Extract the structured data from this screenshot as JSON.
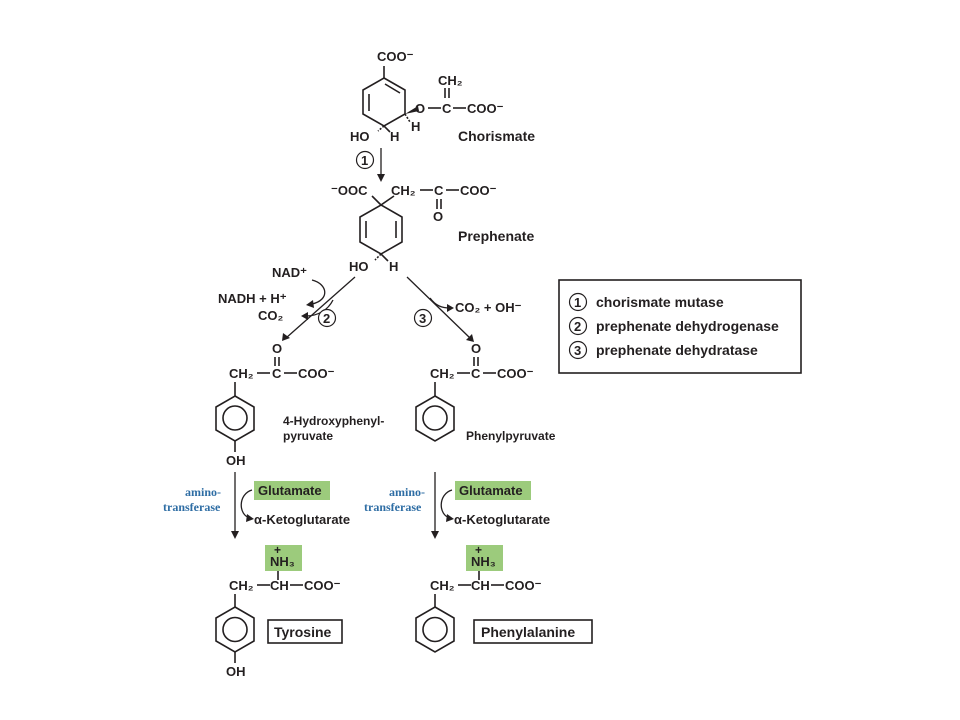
{
  "chorismate": {
    "coo_top": "COO⁻",
    "ch2": "CH₂",
    "o_link": "O",
    "c_link": "C",
    "coo_side": "COO⁻",
    "h": "H",
    "ho": "HO",
    "h2": "H",
    "name": "Chorismate"
  },
  "step1_label": "1",
  "prephenate": {
    "left_group": "⁻OOC",
    "ch2": "CH₂",
    "c": "C",
    "coo": "COO⁻",
    "o": "O",
    "ho": "HO",
    "h": "H",
    "name": "Prephenate"
  },
  "left_branch": {
    "nad": "NAD⁺",
    "nadh": "NADH + H⁺",
    "co2": "CO₂",
    "step": "2"
  },
  "right_branch": {
    "products": "CO₂ + OH⁻",
    "step": "3"
  },
  "hpp": {
    "o": "O",
    "ch2": "CH₂",
    "c": "C",
    "coo": "COO⁻",
    "oh": "OH",
    "name_line1": "4-Hydroxyphenyl-",
    "name_line2": "pyruvate"
  },
  "ppy": {
    "o": "O",
    "ch2": "CH₂",
    "c": "C",
    "coo": "COO⁻",
    "name": "Phenylpyruvate"
  },
  "legend": {
    "items": [
      {
        "num": "1",
        "label": "chorismate mutase"
      },
      {
        "num": "2",
        "label": "prephenate dehydrogenase"
      },
      {
        "num": "3",
        "label": "prephenate dehydratase"
      }
    ]
  },
  "transamination": {
    "enzyme_line1": "amino-",
    "enzyme_line2": "transferase",
    "donor": "Glutamate",
    "product": "α-Ketoglutarate"
  },
  "tyrosine": {
    "plus": "+",
    "nh3": "NH₃",
    "ch2": "CH₂",
    "ch": "CH",
    "coo": "COO⁻",
    "oh": "OH",
    "name": "Tyrosine"
  },
  "phenylalanine": {
    "plus": "+",
    "nh3": "NH₃",
    "ch2": "CH₂",
    "ch": "CH",
    "coo": "COO⁻",
    "name": "Phenylalanine"
  },
  "colors": {
    "highlight": "#9ccb7c",
    "enzyme_text": "#2e6da4",
    "ink": "#231f20"
  }
}
